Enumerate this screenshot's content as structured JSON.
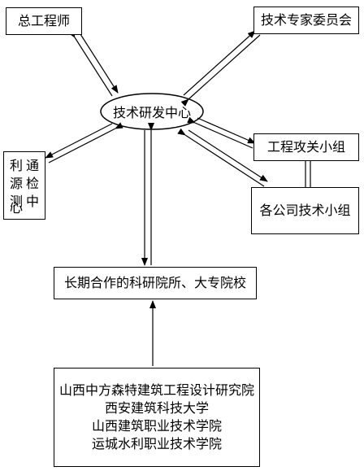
{
  "nodes": {
    "chief_engineer": "总工程师",
    "expert_committee": "技术专家委员会",
    "rd_center": "技术研发中心",
    "testing_center": [
      "利",
      "通",
      "源",
      "检",
      "测",
      "中",
      "心"
    ],
    "engineering_team": "工程攻关小组",
    "company_tech_groups": "各公司技术小组",
    "research_institutes": "长期合作的科研院所、大专院校",
    "partners": [
      "山西中方森特建筑工程设计研究院",
      "西安建筑科技大学",
      "山西建筑职业技术学院",
      "运城水利职业技术学院"
    ]
  },
  "colors": {
    "line": "#000000",
    "background": "#ffffff"
  }
}
